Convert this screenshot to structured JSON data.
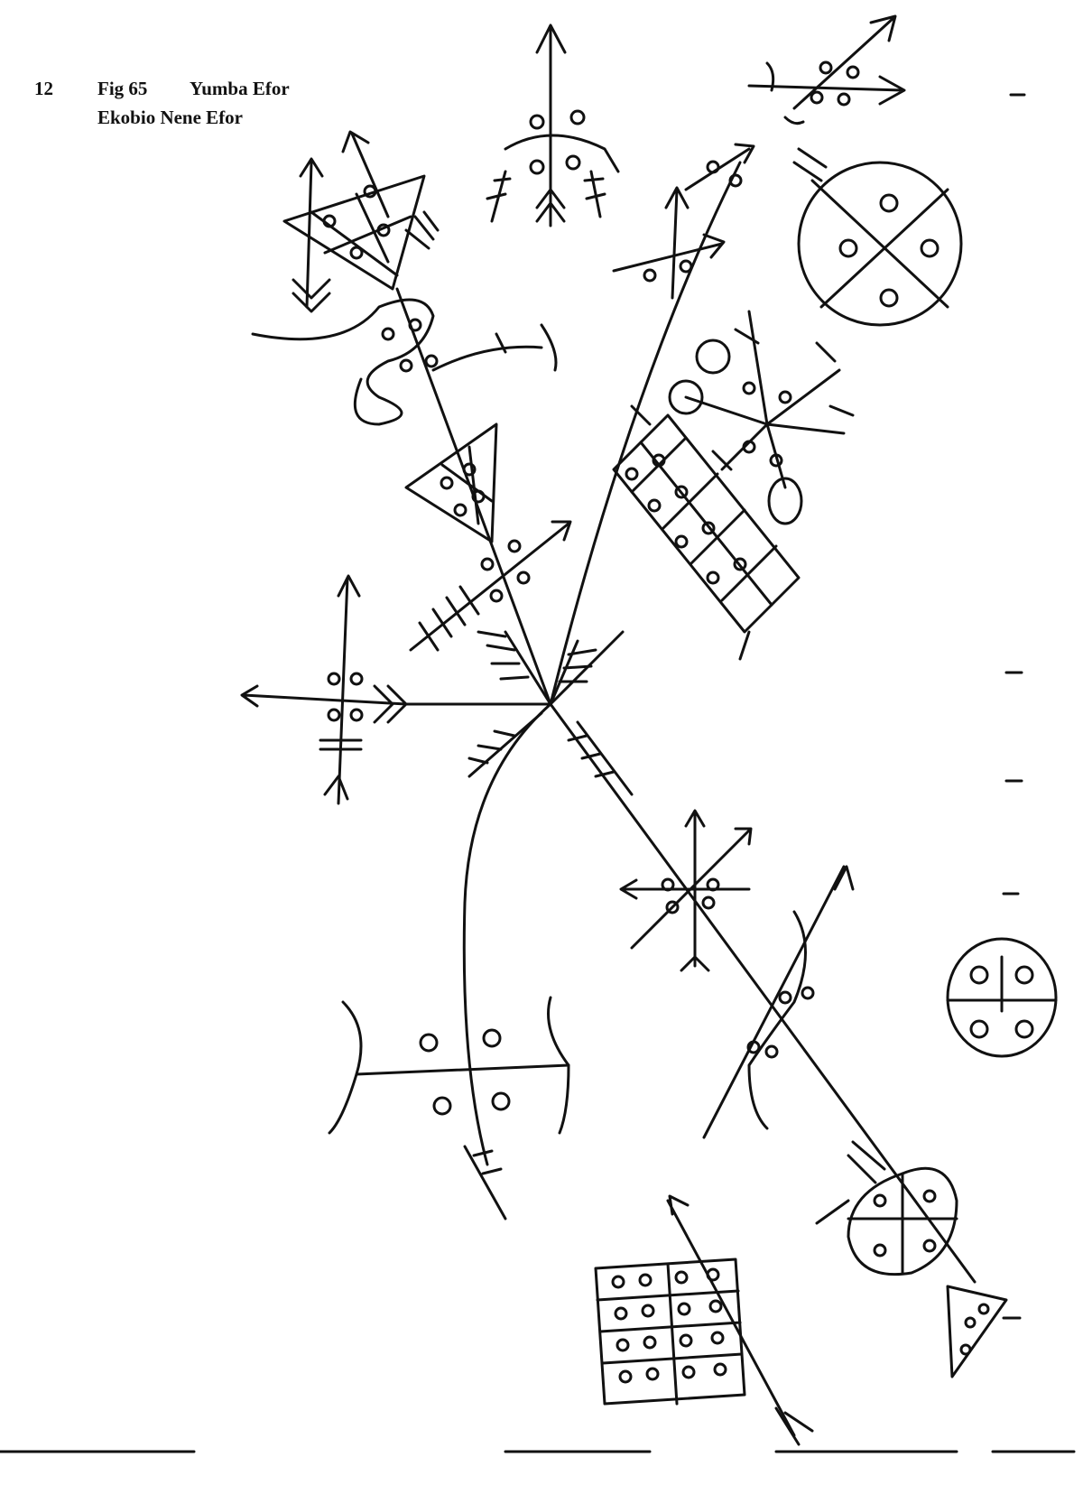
{
  "caption": {
    "page_number": "12",
    "figure_number": "Fig 65",
    "title_line1": "Yumba Efor",
    "title_line2": "Ekobio Nene Efor"
  },
  "palette": {
    "ink": "#111111",
    "paper": "#ffffff"
  },
  "symbols": [
    "diamond-with-circles",
    "top-arrow-with-circles",
    "top-right-crossed-arrows",
    "quartered-circle-large",
    "rect-grid",
    "radiating-star",
    "central-junction",
    "left-arrow-cross",
    "small-star-cross",
    "quartered-circle-small",
    "bracket-with-circles",
    "oval-with-circles",
    "grid-4x4",
    "small-triangle"
  ]
}
